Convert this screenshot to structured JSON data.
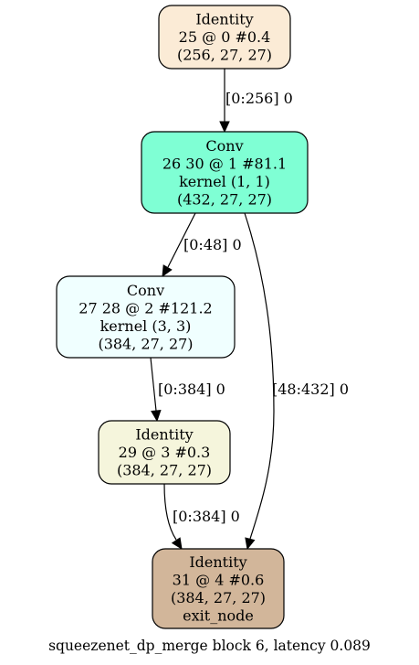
{
  "nodes": [
    {
      "id": "n25",
      "lines": [
        "Identity",
        "25 @ 0 #0.4",
        "(256, 27, 27)"
      ],
      "fill": "#fbebd6"
    },
    {
      "id": "n26",
      "lines": [
        "Conv",
        "26 30 @ 1 #81.1",
        "kernel (1, 1)",
        "(432, 27, 27)"
      ],
      "fill": "#7fffd4"
    },
    {
      "id": "n27",
      "lines": [
        "Conv",
        "27 28 @ 2 #121.2",
        "kernel (3, 3)",
        "(384, 27, 27)"
      ],
      "fill": "#f0ffff"
    },
    {
      "id": "n29",
      "lines": [
        "Identity",
        "29 @ 3 #0.3",
        "(384, 27, 27)"
      ],
      "fill": "#f5f5dc"
    },
    {
      "id": "n31",
      "lines": [
        "Identity",
        "31 @ 4 #0.6",
        "(384, 27, 27)",
        "exit_node"
      ],
      "fill": "#d2b69a"
    }
  ],
  "edges": [
    {
      "from": "n25",
      "to": "n26",
      "label": "[0:256] 0"
    },
    {
      "from": "n26",
      "to": "n27",
      "label": "[0:48] 0"
    },
    {
      "from": "n26",
      "to": "n31",
      "label": "[48:432] 0"
    },
    {
      "from": "n27",
      "to": "n29",
      "label": "[0:384] 0"
    },
    {
      "from": "n29",
      "to": "n31",
      "label": "[0:384] 0"
    }
  ],
  "caption": "squeezenet_dp_merge block 6, latency 0.089"
}
